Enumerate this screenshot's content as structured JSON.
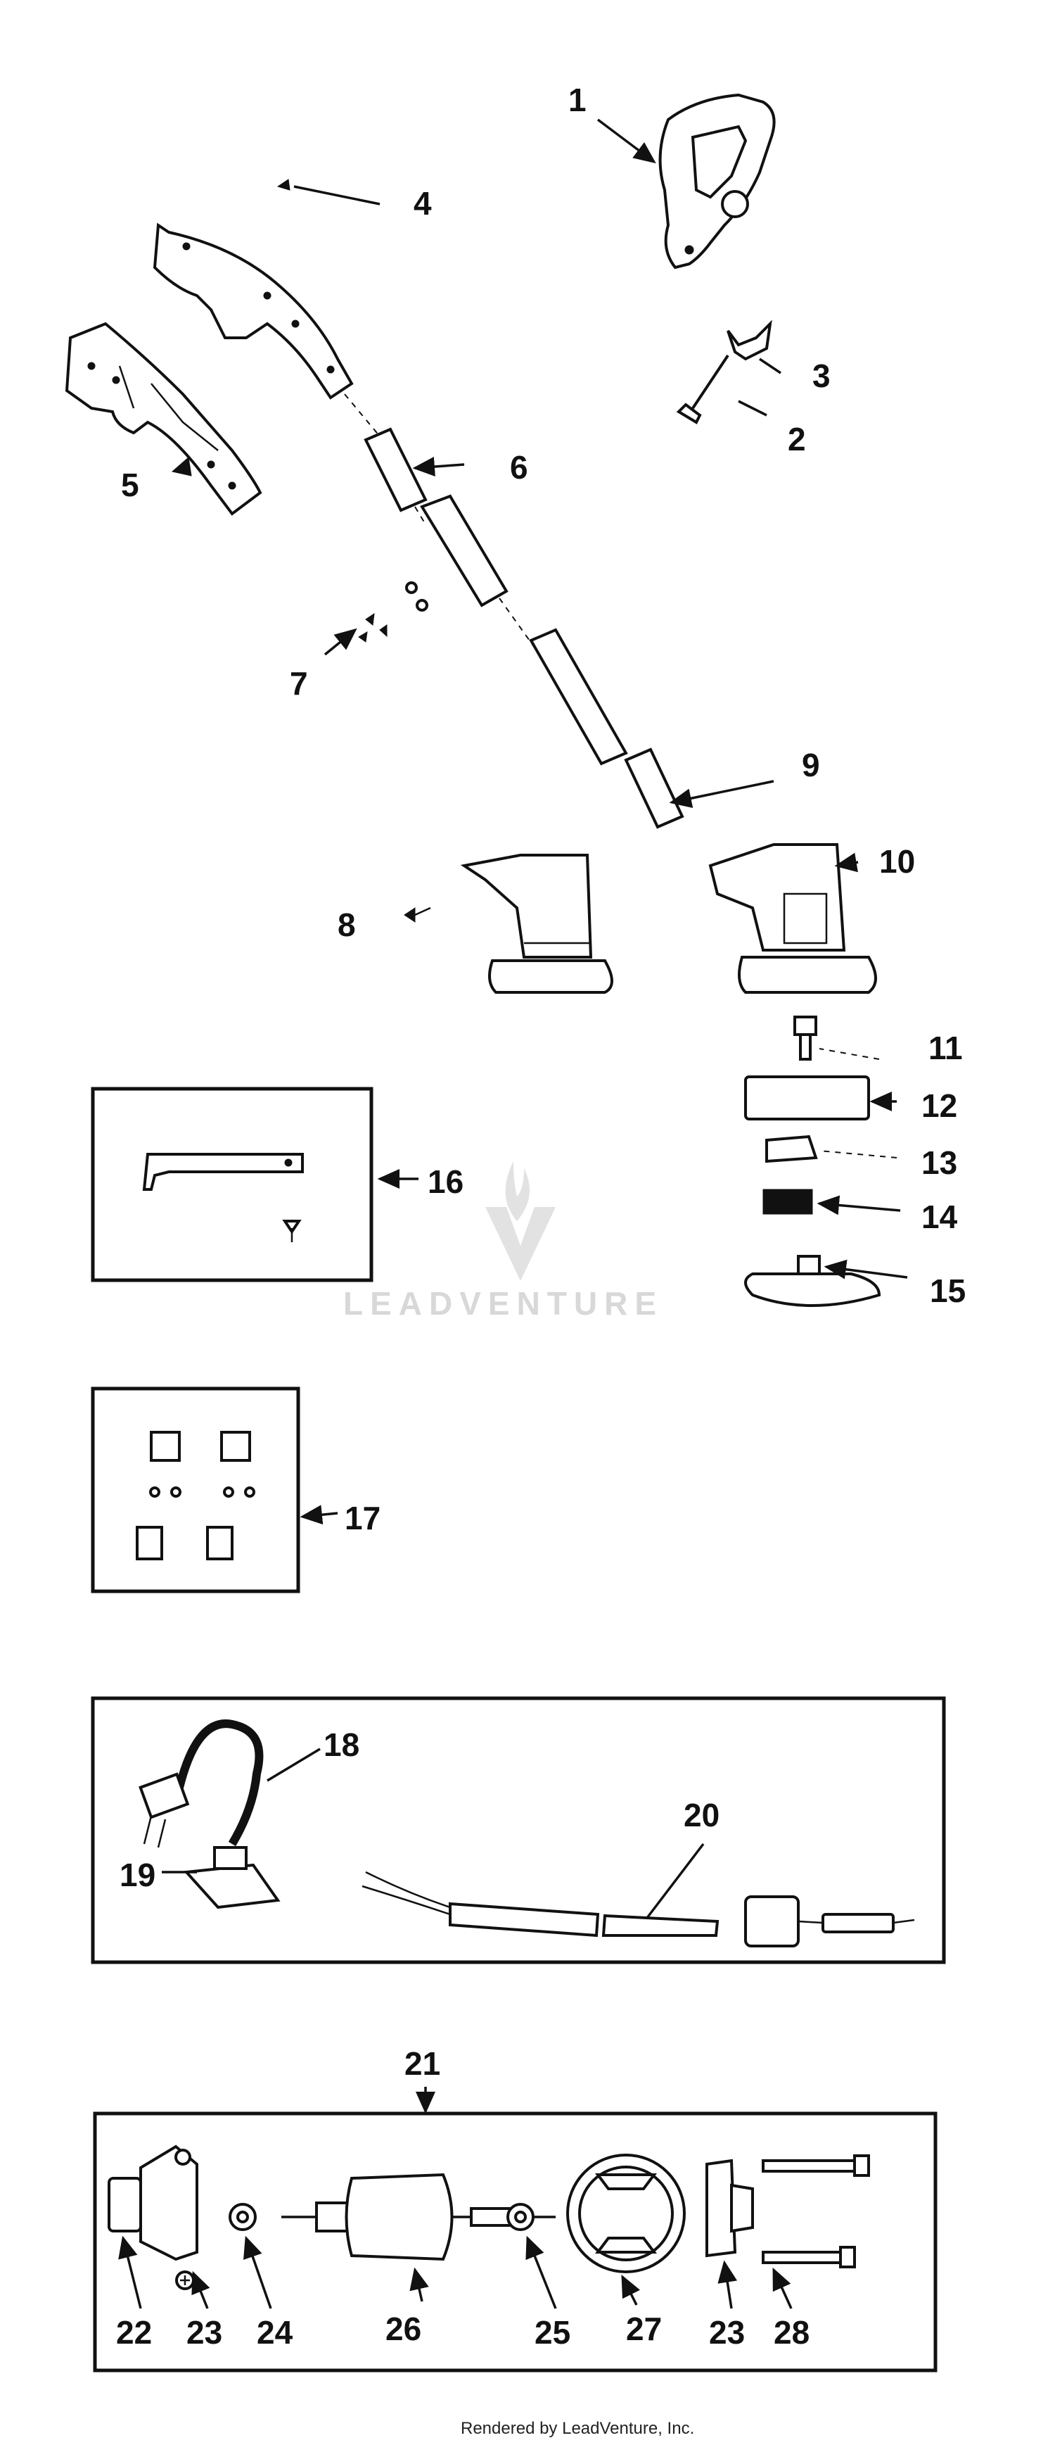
{
  "callouts": [
    "1",
    "2",
    "3",
    "4",
    "5",
    "6",
    "7",
    "8",
    "9",
    "10",
    "11",
    "12",
    "13",
    "14",
    "15",
    "16",
    "17",
    "18",
    "19",
    "20",
    "21",
    "22",
    "23",
    "24",
    "26",
    "25",
    "27",
    "23",
    "28"
  ],
  "watermark": "LEADVENTURE",
  "footer": "Rendered by LeadVenture, Inc."
}
